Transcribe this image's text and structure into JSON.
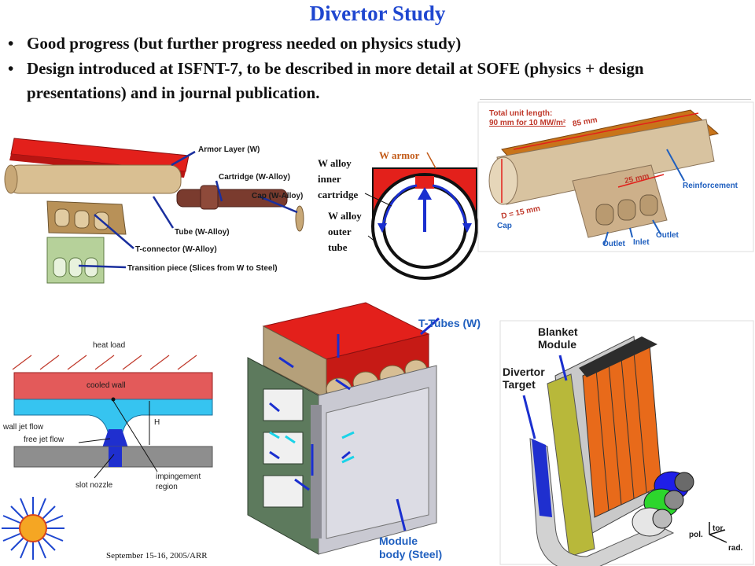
{
  "title": "Divertor Study",
  "bullets": [
    "Good progress (but further progress needed on physics study)",
    "Design introduced at ISFNT-7, to be described in more detail at SOFE (physics + design presentations) and in journal publication."
  ],
  "bullet_symbol": "•",
  "exploded_view": {
    "labels": {
      "armor": "Armor Layer (W)",
      "cartridge": "Cartridge (W-Alloy)",
      "cap": "Cap (W-Alloy)",
      "tube": "Tube (W-Alloy)",
      "tconn": "T-connector (W-Alloy)",
      "transition": "Transition piece (Slices from W to Steel)"
    }
  },
  "cross_section": {
    "w_armor": "W armor",
    "inner_1": "W alloy",
    "inner_2": "inner",
    "inner_3": "cartridge",
    "outer_1": "W alloy",
    "outer_2": "outer",
    "outer_3": "tube"
  },
  "unit_view": {
    "total_1": "Total unit length:",
    "total_2": "90 mm for 10 MW/m²",
    "len85": "85 mm",
    "len25": "25 mm",
    "diam": "D = 15 mm",
    "reinforcement": "Reinforcement",
    "cap": "Cap",
    "outlet_left": "Outlet",
    "inlet": "Inlet",
    "outlet_right": "Outlet"
  },
  "jet_diagram": {
    "heat_load": "heat load",
    "cooled_wall": "cooled wall",
    "wall_jet": "wall jet flow",
    "free_jet": "free jet flow",
    "h": "H",
    "slot_nozzle": "slot nozzle",
    "imp_1": "impingement",
    "imp_2": "region"
  },
  "ttube_view": {
    "ttubes": "T-Tubes (W)",
    "module_1": "Module",
    "module_2": "body (Steel)"
  },
  "blanket_view": {
    "blanket_1": "Blanket",
    "blanket_2": "Module",
    "divertor_1": "Divertor",
    "divertor_2": "Target",
    "pol": "pol.",
    "tor": "tor.",
    "rad": "rad."
  },
  "footer": "September 15-16, 2005/ARR",
  "colors": {
    "title": "#1f47d0",
    "armor_red": "#e3201b",
    "tube_tan": "#d2b48c",
    "cartridge": "#7a3b2e",
    "label_blue": "#1f5fbf",
    "module_gray": "#c8c8d0"
  }
}
